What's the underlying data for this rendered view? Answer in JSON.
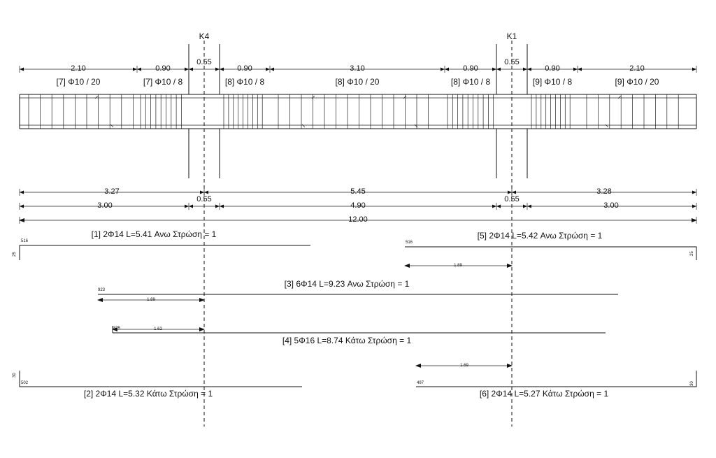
{
  "columns": [
    {
      "name": "K4"
    },
    {
      "name": "K1"
    }
  ],
  "top_dims": [
    "2.10",
    "0.90",
    "0.55",
    "0.90",
    "3.10",
    "0.90",
    "0.55",
    "0.90",
    "2.10"
  ],
  "stirrup_labels": [
    "[7] Φ10 / 20",
    "[7] Φ10 /  8",
    "[8] Φ10 /  8",
    "[8] Φ10 / 20",
    "[8] Φ10 /  8",
    "[9] Φ10 /  8",
    "[9] Φ10 / 20"
  ],
  "dim_row1": [
    "3.27",
    "5.45",
    "3.28"
  ],
  "dim_row2": [
    "3.00",
    "0.55",
    "4.90",
    "0.55",
    "3.00"
  ],
  "dim_total": "12.00",
  "bars": [
    {
      "label": "[1] 2Φ14 L=5.41 Ανω Στρώση = 1",
      "len": "516",
      "hook": "25"
    },
    {
      "label": "[5] 2Φ14 L=5.42 Ανω Στρώση = 1",
      "len": "516",
      "hook": "25",
      "anchor": "1.89"
    },
    {
      "label": "[3] 6Φ14 L=9.23 Ανω Στρώση = 1",
      "len": "923",
      "anchor": "1.89"
    },
    {
      "label": "[4] 5Φ16 L=8.74 Κάτω Στρώση = 1",
      "len": "875",
      "anchor": "1.62"
    },
    {
      "label": "[2] 2Φ14 L=5.32 Κάτω Στρώση = 1",
      "len": "502",
      "hook": "30"
    },
    {
      "label": "[6] 2Φ14 L=5.27 Κάτω Στρώση = 1",
      "len": "497",
      "hook": "30",
      "anchor": "1.69"
    }
  ]
}
